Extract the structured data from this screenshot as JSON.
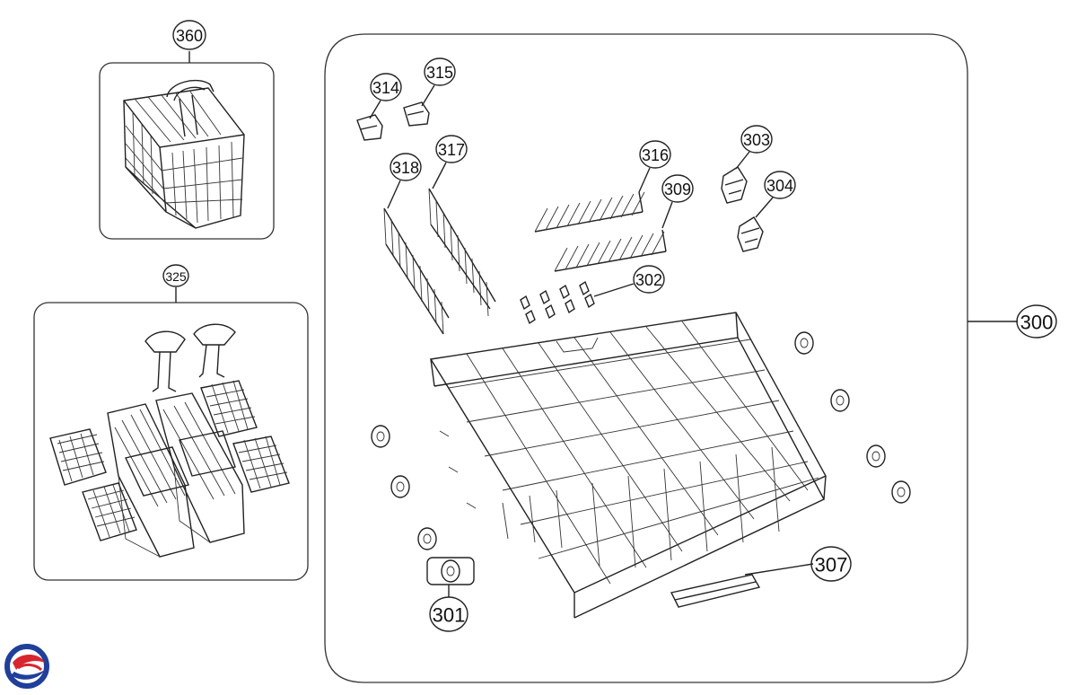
{
  "callouts": {
    "c360": "360",
    "c325": "325",
    "c314": "314",
    "c315": "315",
    "c317": "317",
    "c318": "318",
    "c316": "316",
    "c309": "309",
    "c303": "303",
    "c304": "304",
    "c302": "302",
    "c300": "300",
    "c307": "307",
    "c301": "301"
  },
  "colors": {
    "line": "#222222",
    "logo_blue": "#1f3f9a",
    "logo_red": "#d7262e"
  },
  "icons": {
    "logo": "brand-swirl-logo"
  }
}
